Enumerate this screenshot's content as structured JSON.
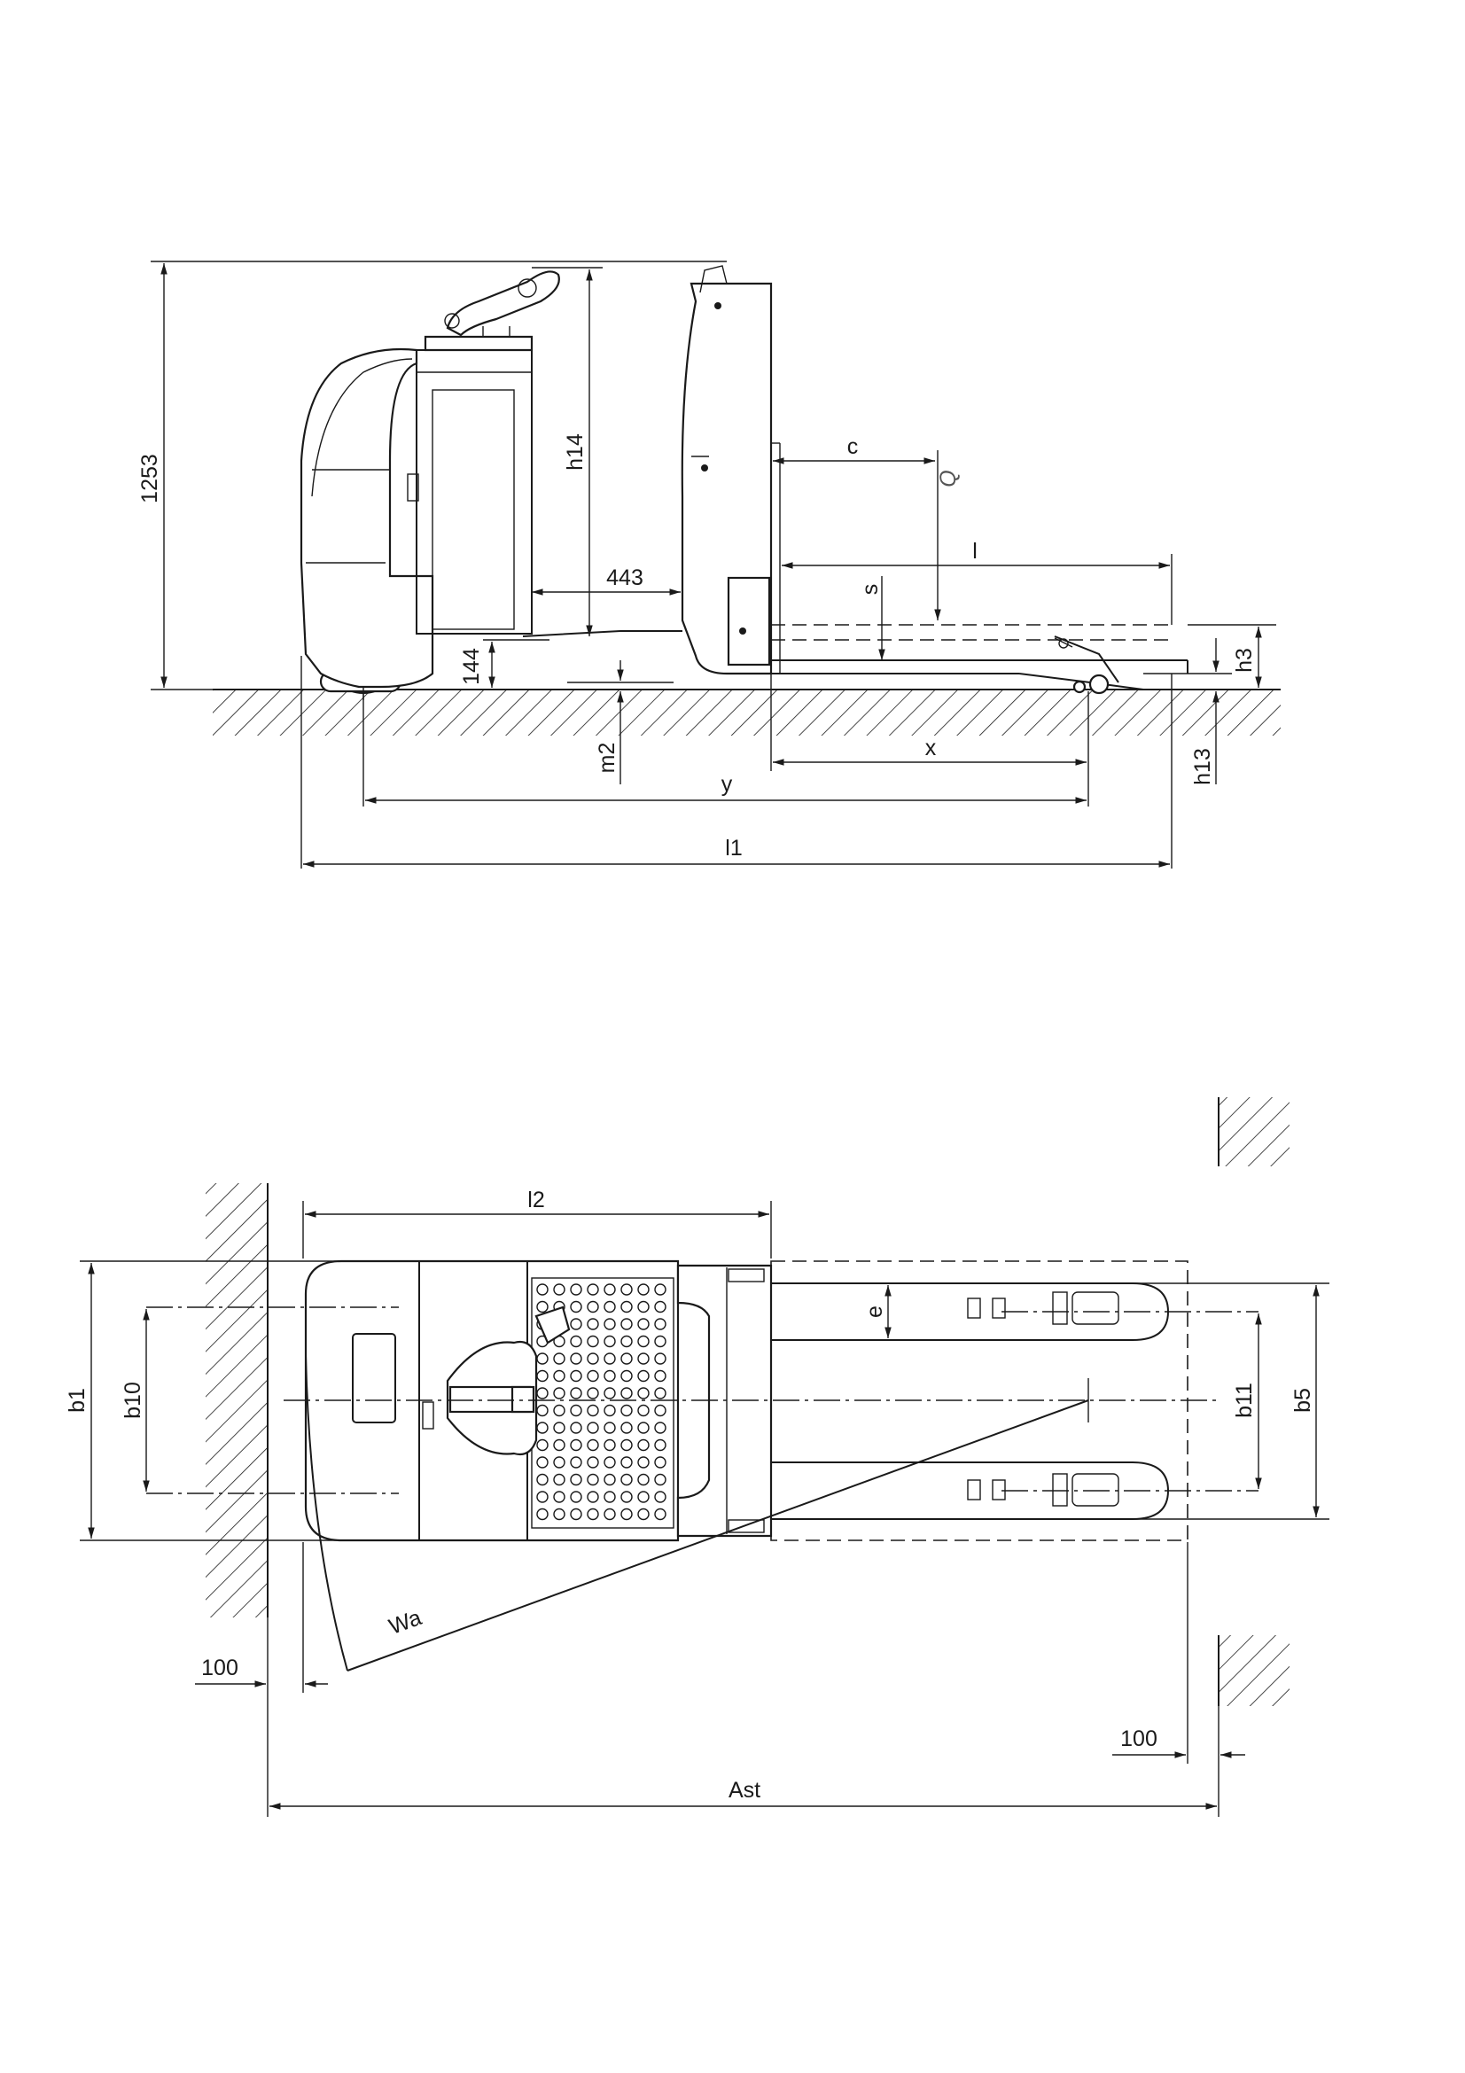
{
  "side_view": {
    "overall_height": "1253",
    "h14": "h14",
    "dim_443": "443",
    "dim_144": "144",
    "c": "c",
    "Q": "Q",
    "l": "l",
    "s": "s",
    "h3": "h3",
    "m2": "m2",
    "x": "x",
    "h13": "h13",
    "y": "y",
    "l1": "l1"
  },
  "top_view": {
    "l2": "l2",
    "b1": "b1",
    "b10": "b10",
    "e": "e",
    "b11": "b11",
    "b5": "b5",
    "Wa": "Wa",
    "clearance_left": "100",
    "clearance_right": "100",
    "Ast": "Ast"
  }
}
